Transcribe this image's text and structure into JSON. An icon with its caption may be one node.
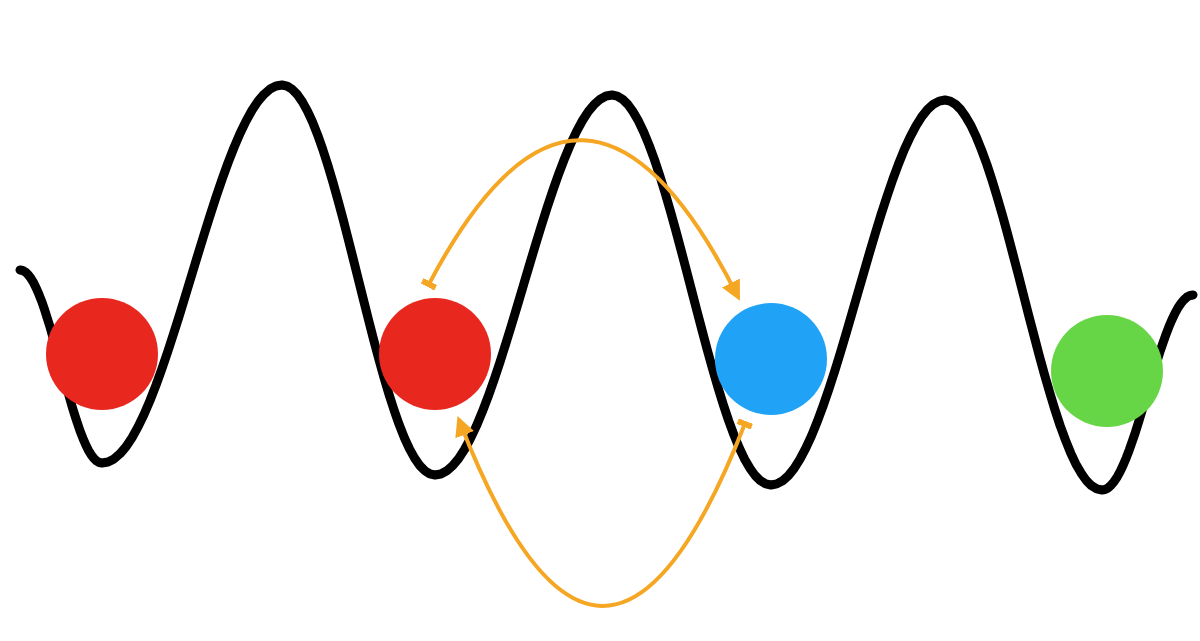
{
  "diagram": {
    "nodes": [
      {
        "text": [],
        "shape": "circle"
      },
      {
        "text": [],
        "shape": "circle"
      },
      {
        "text": [],
        "shape": "circle"
      },
      {
        "text": [],
        "shape": "circle"
      }
    ],
    "edges": [
      {
        "from": 1,
        "to": 2,
        "arrow": "to",
        "color": "#f5a623"
      },
      {
        "from": 2,
        "to": 1,
        "arrow": "to",
        "color": "#f5a623"
      }
    ]
  }
}
